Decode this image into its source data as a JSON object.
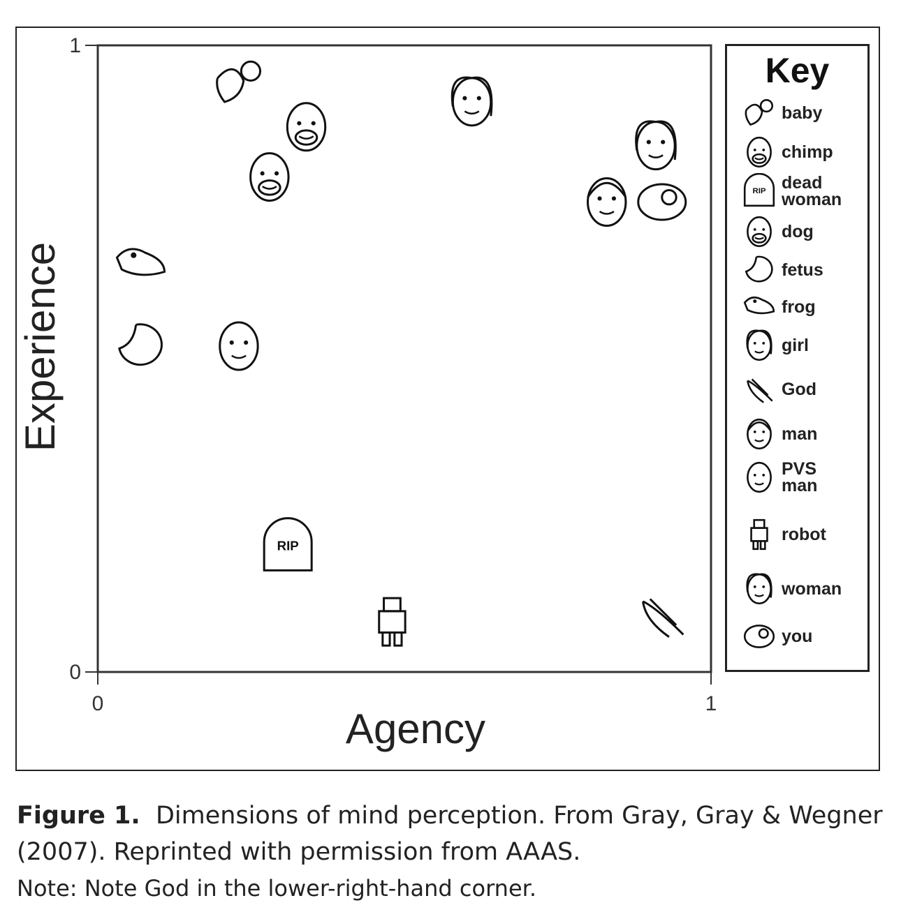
{
  "chart_data": {
    "type": "scatter",
    "xlabel": "Agency",
    "ylabel": "Experience",
    "xlim": [
      0,
      1
    ],
    "ylim": [
      0,
      1
    ],
    "xticks": [
      "0",
      "1"
    ],
    "yticks": [
      "0",
      "1"
    ],
    "grid": false,
    "legend_title": "Key",
    "legend_placement": "right",
    "points": [
      {
        "label": "baby",
        "x": 0.23,
        "y": 0.94
      },
      {
        "label": "chimp",
        "x": 0.34,
        "y": 0.87
      },
      {
        "label": "dead woman",
        "x": 0.31,
        "y": 0.2
      },
      {
        "label": "dog",
        "x": 0.28,
        "y": 0.79
      },
      {
        "label": "fetus",
        "x": 0.07,
        "y": 0.52
      },
      {
        "label": "frog",
        "x": 0.07,
        "y": 0.65
      },
      {
        "label": "girl",
        "x": 0.61,
        "y": 0.91
      },
      {
        "label": "God",
        "x": 0.92,
        "y": 0.09
      },
      {
        "label": "man",
        "x": 0.83,
        "y": 0.75
      },
      {
        "label": "PVS man",
        "x": 0.23,
        "y": 0.52
      },
      {
        "label": "robot",
        "x": 0.48,
        "y": 0.08
      },
      {
        "label": "woman",
        "x": 0.91,
        "y": 0.84
      },
      {
        "label": "you",
        "x": 0.92,
        "y": 0.75
      }
    ]
  },
  "caption": {
    "figure_label": "Figure 1.",
    "text": "Dimensions of mind perception. From Gray, Gray & Wegner (2007). Reprinted with permission from AAAS.",
    "note": "Note: Note God in the lower-right-hand corner."
  }
}
